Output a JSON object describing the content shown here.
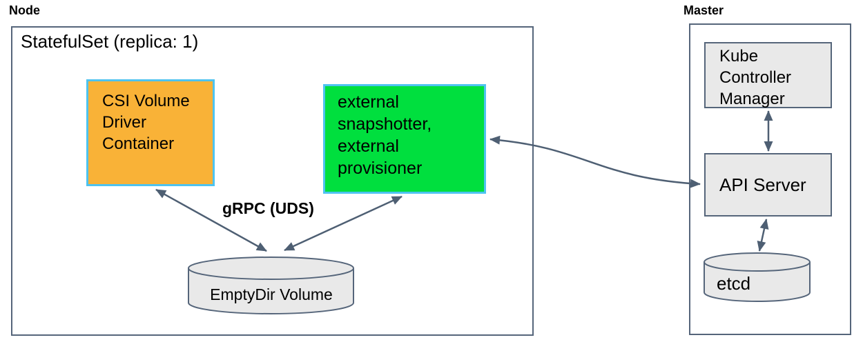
{
  "node_section": {
    "label": "Node",
    "statefulset": {
      "title": "StatefulSet (replica: 1)",
      "csi_driver_container": "CSI Volume Driver Container",
      "sidecar_containers": "external snapshotter, external provisioner",
      "grpc_label": "gRPC (UDS)",
      "emptydir_volume": "EmptyDir Volume"
    }
  },
  "master_section": {
    "label": "Master",
    "components": {
      "kube_controller_manager": "Kube Controller Manager",
      "api_server": "API Server",
      "etcd": "etcd"
    }
  },
  "connections": [
    {
      "from": "CSI Volume Driver Container",
      "to": "EmptyDir Volume",
      "type": "bidirectional",
      "label": "gRPC (UDS)"
    },
    {
      "from": "external snapshotter, external provisioner",
      "to": "EmptyDir Volume",
      "type": "bidirectional",
      "label": "gRPC (UDS)"
    },
    {
      "from": "external snapshotter, external provisioner",
      "to": "API Server",
      "type": "bidirectional"
    },
    {
      "from": "Kube Controller Manager",
      "to": "API Server",
      "type": "bidirectional"
    },
    {
      "from": "API Server",
      "to": "etcd",
      "type": "bidirectional"
    }
  ],
  "colors": {
    "background": "#ffffff",
    "text": "#000000",
    "border-dark": "#55657a",
    "arrow": "#4e5f73",
    "csi-fill": "#f9b237",
    "sidecar-fill": "#00df3e",
    "highlight-border": "#4ec3f0",
    "component-fill": "#e9e9e9"
  }
}
